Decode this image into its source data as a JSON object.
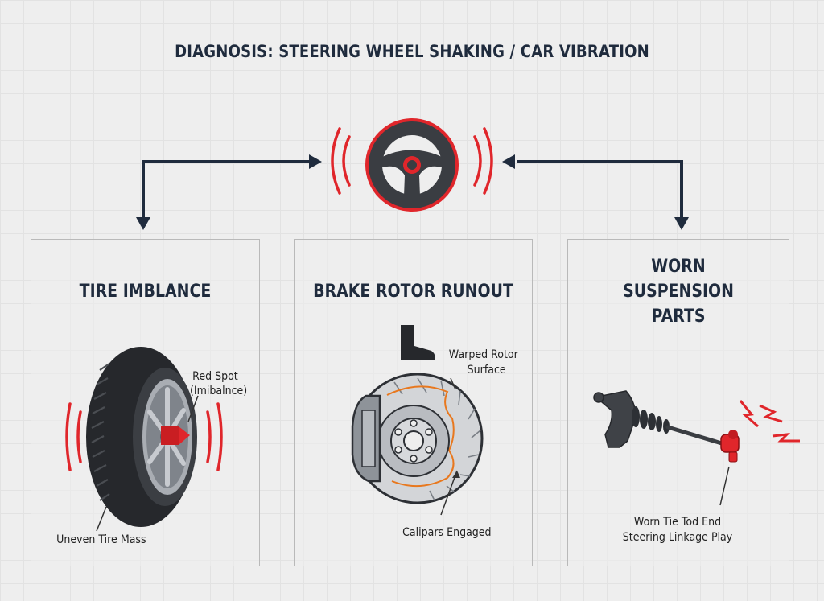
{
  "title": "DIAGNOSIS: STEERING WHEEL SHAKING / CAR VIBRATION",
  "panels": {
    "tire": {
      "title": "TIRE IMBLANCE",
      "label_spot_line1": "Red Spot",
      "label_spot_line2": "(Imibalnce)",
      "label_mass": "Uneven Tire Mass"
    },
    "brake": {
      "title": "BRAKE ROTOR RUNOUT",
      "label_rotor_line1": "Warped Rotor",
      "label_rotor_line2": "Surface",
      "label_calipers": "Calipars Engaged"
    },
    "suspension": {
      "title_line1": "WORN",
      "title_line2": "SUSPENSION",
      "title_line3": "PARTS",
      "label_line1": "Worn Tie Tod End",
      "label_line2": "Steering Linkage Play"
    }
  },
  "colors": {
    "navy": "#1f2b3d",
    "red": "#e0262b",
    "orange": "#e8781e",
    "dark": "#2d3035"
  },
  "icons": [
    "steering-wheel-icon",
    "tire-icon",
    "boot-icon",
    "brake-rotor-icon",
    "tie-rod-icon"
  ]
}
